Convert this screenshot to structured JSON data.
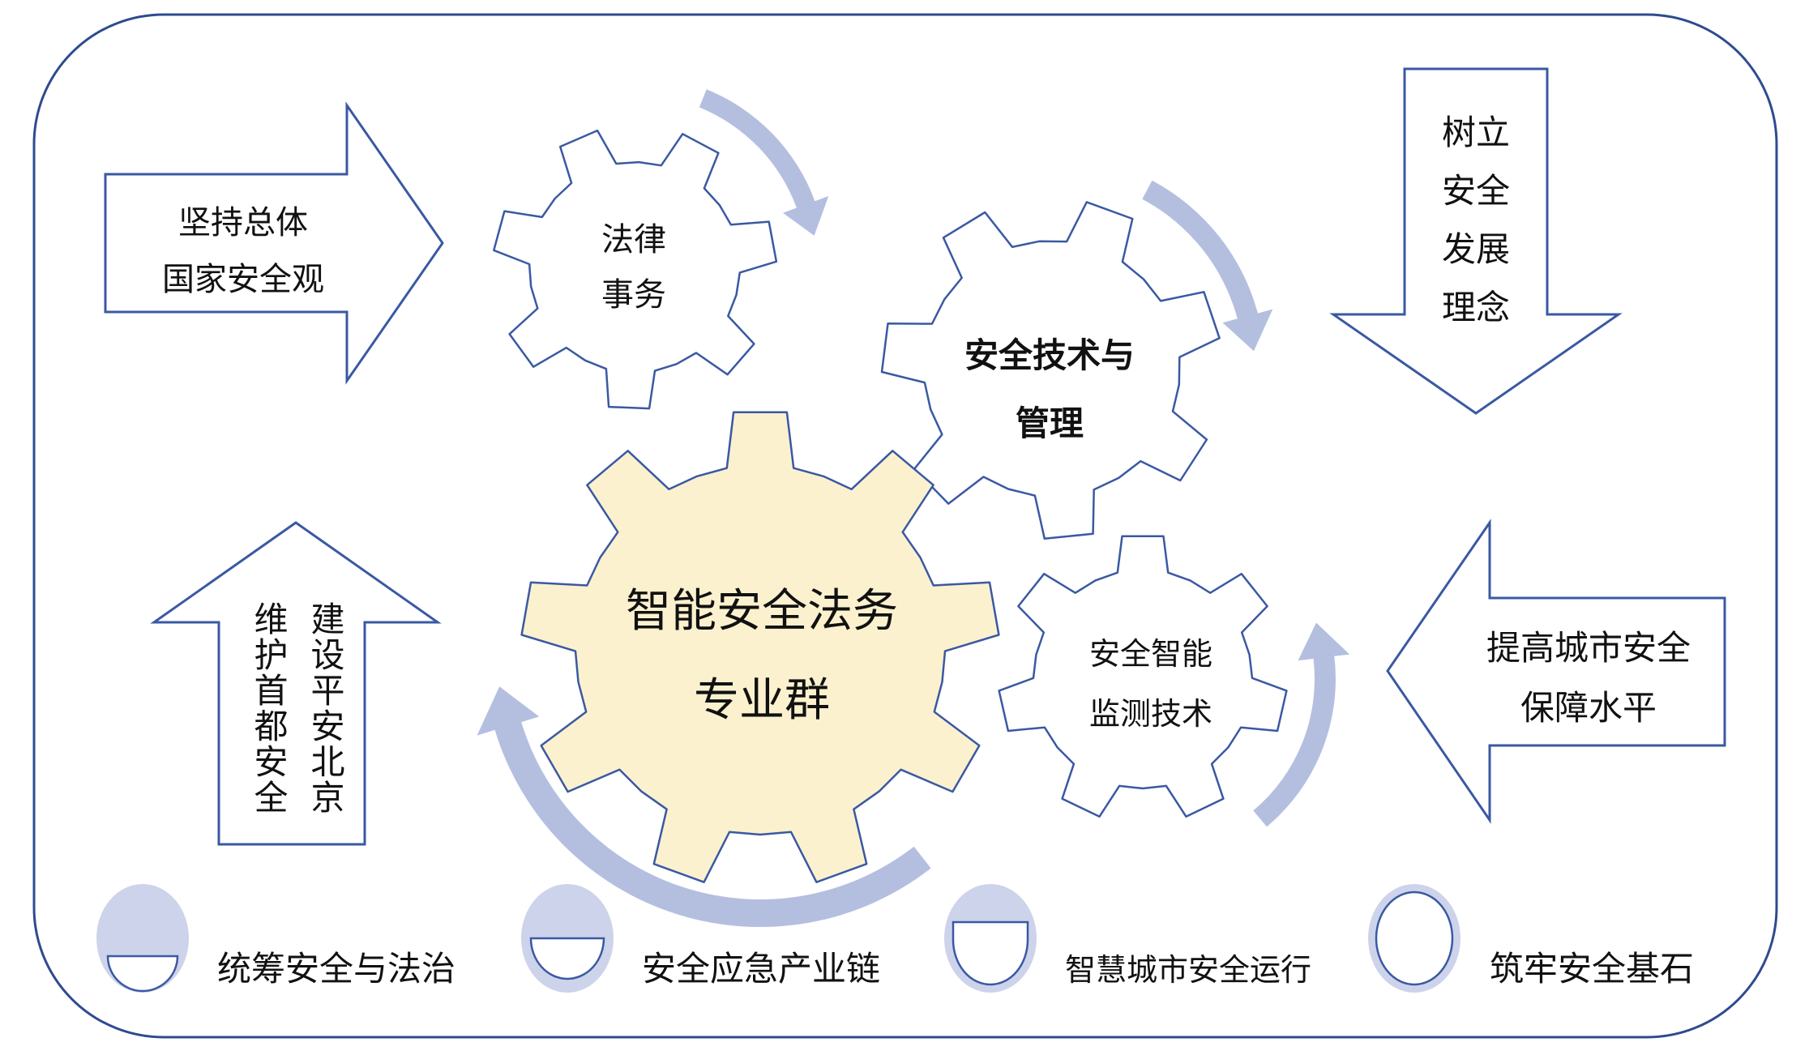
{
  "colors": {
    "frame_stroke": "#2e4b8f",
    "shape_stroke": "#3a59a3",
    "central_gear_fill": "#fbf1ce",
    "rotation_arrow_fill": "#b4bfe0",
    "badge_fill": "#cdd3ea",
    "text": "#111111"
  },
  "arrows": {
    "left_top": {
      "lines": [
        "坚持总体",
        "国家安全观"
      ],
      "direction": "right"
    },
    "right_top": {
      "lines": [
        "树立",
        "安全",
        "发展",
        "理念"
      ],
      "direction": "down"
    },
    "left_bottom": {
      "col1": "维护首都安全",
      "col2": "建设平安北京",
      "direction": "up"
    },
    "right_bottom": {
      "lines": [
        "提高城市安全",
        "保障水平"
      ],
      "direction": "left"
    }
  },
  "gears": {
    "law": {
      "lines": [
        "法律",
        "事务"
      ],
      "icon": "gear-icon"
    },
    "tech": {
      "lines": [
        "安全技术与",
        "管理"
      ],
      "icon": "gear-icon"
    },
    "central": {
      "lines": [
        "智能安全法务",
        "专业群"
      ],
      "icon": "gear-icon"
    },
    "monitor": {
      "lines": [
        "安全智能",
        "监测技术"
      ],
      "icon": "gear-icon"
    }
  },
  "legend": [
    {
      "label": "统筹安全与法治",
      "icon": "quarter-filled-circle-icon",
      "level": 0.75
    },
    {
      "label": "安全应急产业链",
      "icon": "half-filled-circle-icon",
      "level": 0.5
    },
    {
      "label": "智慧城市安全运行",
      "icon": "low-filled-circle-icon",
      "level": 0.25
    },
    {
      "label": "筑牢安全基石",
      "icon": "ring-circle-icon",
      "level": 0
    }
  ]
}
